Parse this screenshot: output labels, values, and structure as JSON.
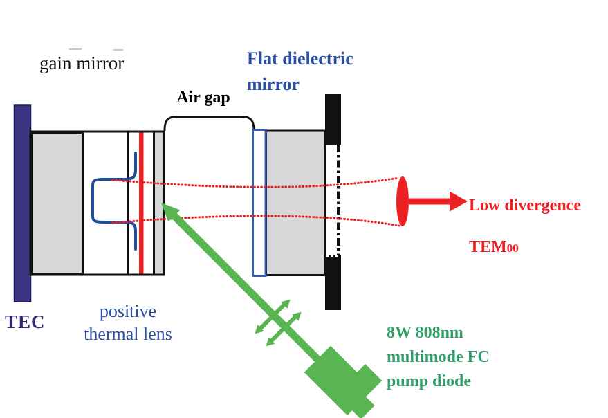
{
  "diagram": {
    "labels": {
      "gain_mirror": "gain mirror",
      "air_gap": "Air gap",
      "flat_dielectric_mirror": "Flat dielectric\nmirror",
      "tec": "TEC",
      "positive_thermal_lens": "positive\nthermal lens",
      "low_divergence": "Low divergence",
      "tem_prefix": "TEM",
      "tem_subscript": "00",
      "pump_diode": "8W 808nm\nmultimode FC\npump diode"
    },
    "colors": {
      "red": "#ed2024",
      "navy": "#3b3480",
      "navy_text": "#2e2a72",
      "blue": "#2b4fa2",
      "mirror_blue": "#3c5ba8",
      "curve_blue": "#1f4d9b",
      "green": "#58b551",
      "green_text": "#2f9e6b",
      "gray": "#d8d8d8",
      "ink": "#111111",
      "faint": "#c9c9c9"
    }
  }
}
